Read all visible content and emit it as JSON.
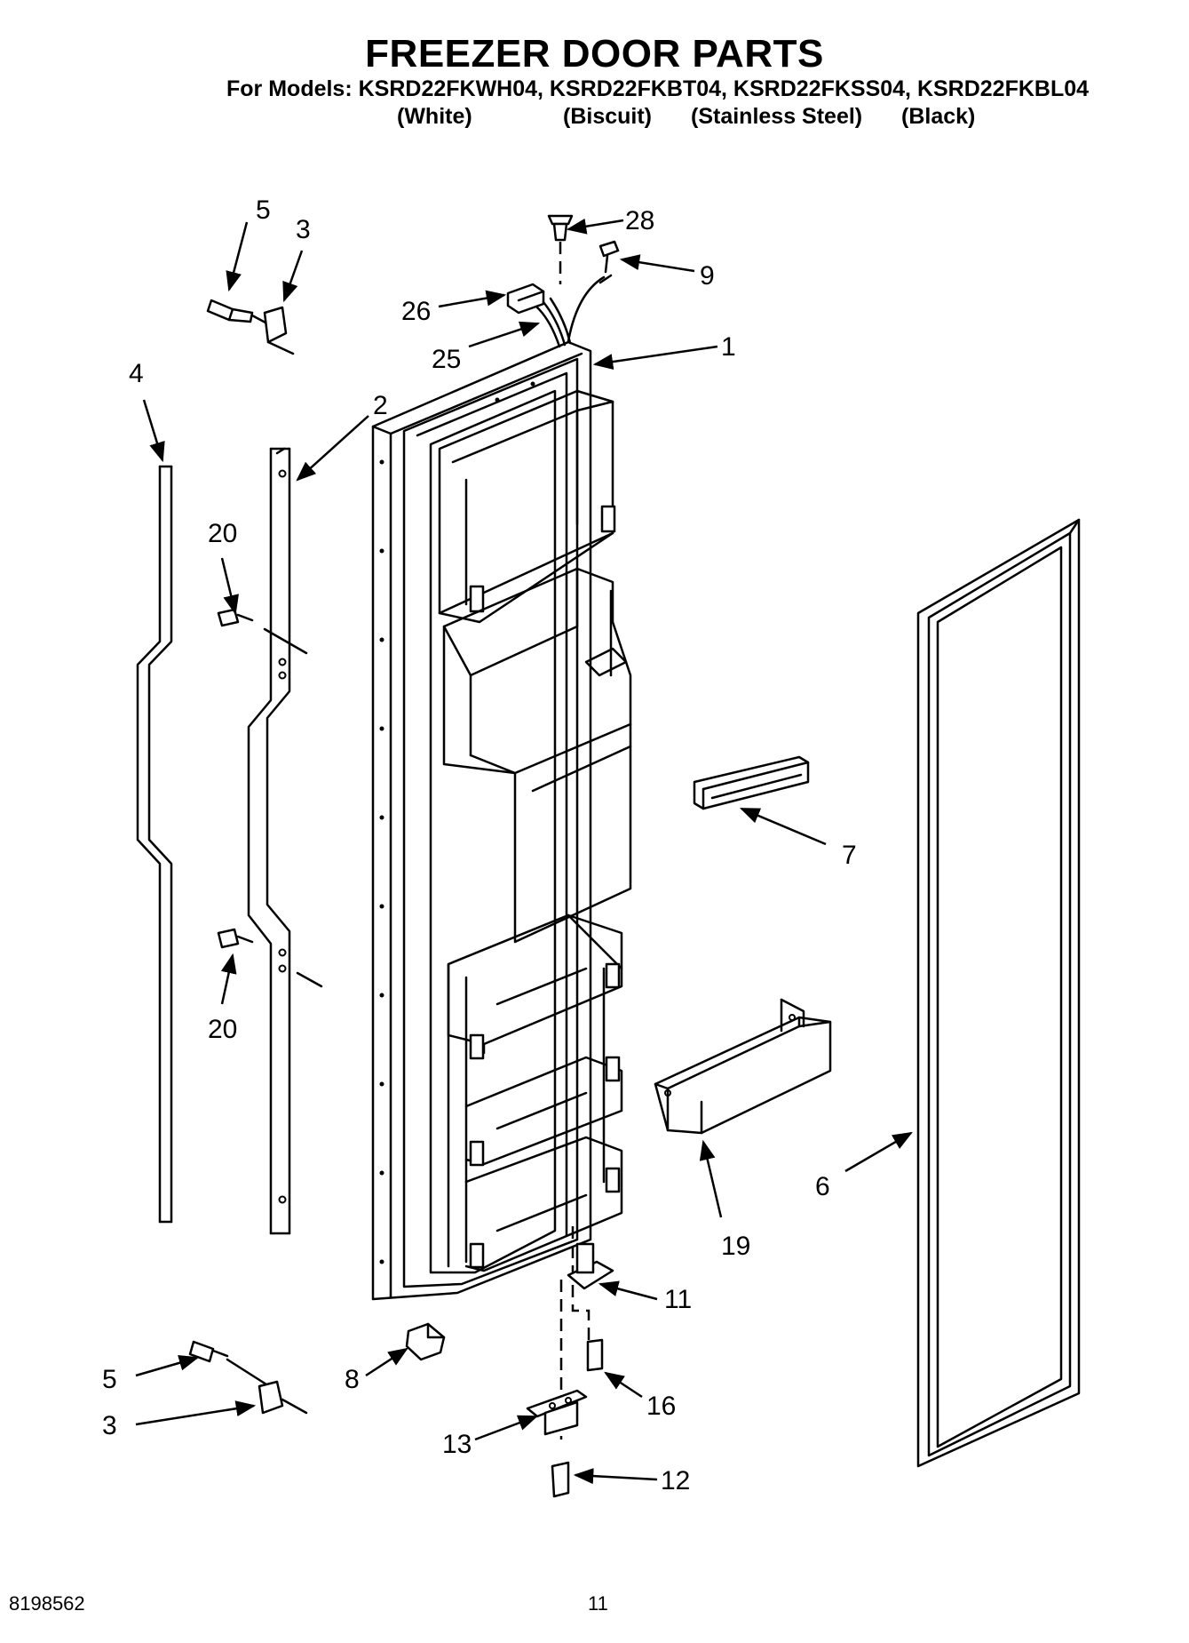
{
  "title": "FREEZER DOOR PARTS",
  "models_line": "For Models: KSRD22FKWH04, KSRD22FKBT04, KSRD22FKSS04, KSRD22FKBL04",
  "variants": [
    "(White)",
    "(Biscuit)",
    "(Stainless Steel)",
    "(Black)"
  ],
  "callouts": [
    "5",
    "3",
    "28",
    "9",
    "26",
    "25",
    "1",
    "4",
    "2",
    "20",
    "20",
    "7",
    "6",
    "19",
    "11",
    "5",
    "8",
    "16",
    "3",
    "13",
    "12"
  ],
  "footer": {
    "doc_number": "8198562",
    "page_number": "11"
  }
}
